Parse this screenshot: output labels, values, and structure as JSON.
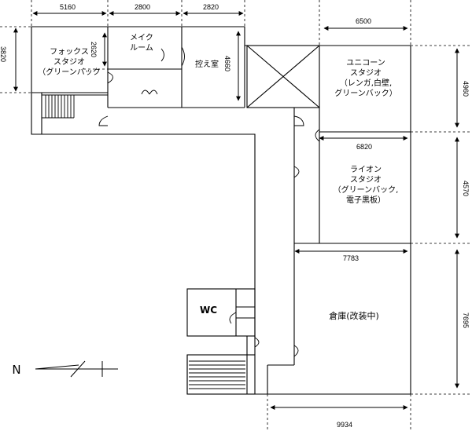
{
  "rooms": {
    "fox": [
      "フォックス",
      "スタジオ",
      "（グリーンバック"
    ],
    "make": [
      "メイク",
      "ルーム"
    ],
    "hikae": "控え室",
    "unicorn": [
      "ユニコーン",
      "スタジオ",
      "（レンガ,白壁,",
      "グリーンバック）"
    ],
    "lion": [
      "ライオン",
      "スタジオ",
      "（グリーンバック,",
      "電子黒板）"
    ],
    "wc": "WC",
    "souko": "倉庫(改装中)"
  },
  "dimensions": {
    "d5160": "5160",
    "d2800": "2800",
    "d2820": "2820",
    "d6500": "6500",
    "d3820": "3820",
    "d2620": "2620",
    "d4660": "4660",
    "d4960": "4960",
    "d6820": "6820",
    "d4570": "4570",
    "d7783": "7783",
    "d7695": "7695",
    "d9934": "9934"
  },
  "compass": {
    "north": "N"
  }
}
